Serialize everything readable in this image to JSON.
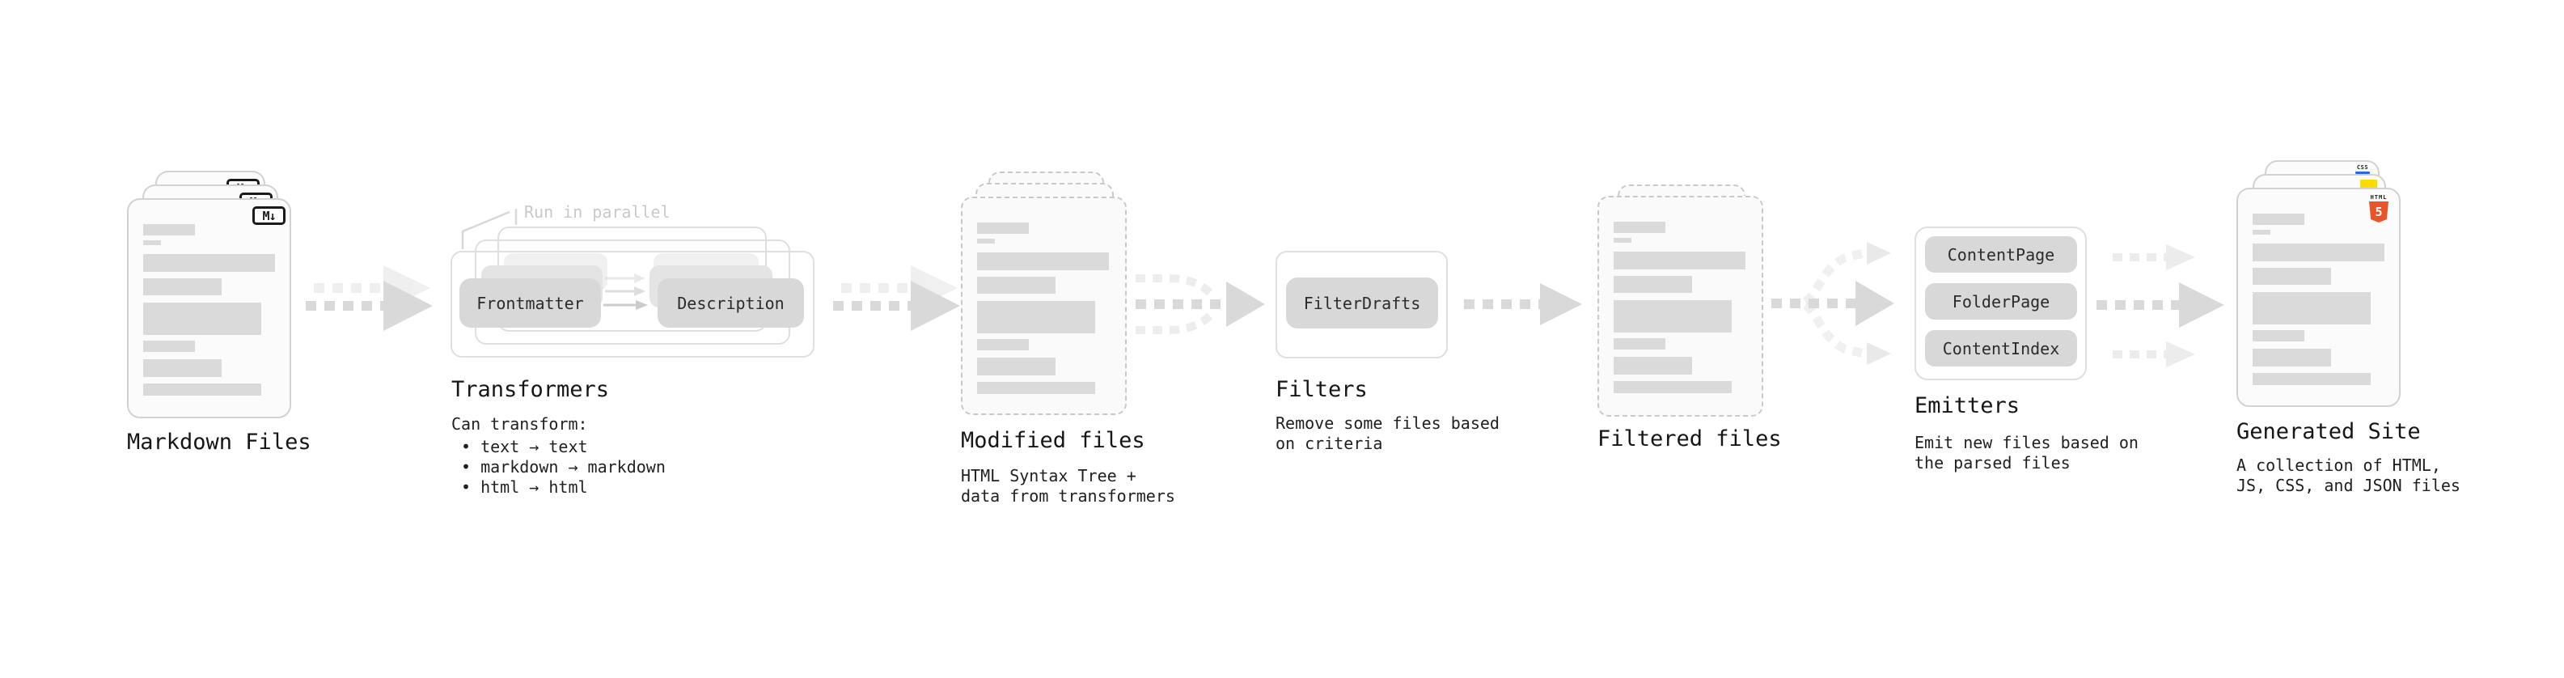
{
  "nodes": {
    "markdown_files": {
      "label": "Markdown Files",
      "badge": "M↓"
    },
    "transformers": {
      "title": "Transformers",
      "annotation": "Run in parallel",
      "pill_left": "Frontmatter",
      "pill_right": "Description",
      "caption": "Can transform:",
      "bullets": [
        "• text → text",
        "• markdown → markdown",
        "• html → html"
      ]
    },
    "modified_files": {
      "title": "Modified files",
      "caption_line1": "HTML Syntax Tree +",
      "caption_line2": "data from transformers"
    },
    "filters": {
      "title": "Filters",
      "pill": "FilterDrafts",
      "caption_line1": "Remove some files based",
      "caption_line2": "on criteria"
    },
    "filtered_files": {
      "title": "Filtered files"
    },
    "emitters": {
      "title": "Emitters",
      "pills": [
        "ContentPage",
        "FolderPage",
        "ContentIndex"
      ],
      "caption_line1": "Emit new files based on",
      "caption_line2": "the parsed files"
    },
    "generated_site": {
      "title": "Generated Site",
      "caption_line1": "A collection of HTML,",
      "caption_line2": "JS, CSS, and JSON files",
      "css_badge": "CSS",
      "html_badge_label": "HTML",
      "html_badge_number": "5"
    }
  },
  "colors": {
    "html5_orange": "#e8552b",
    "css_blue": "#2965f1",
    "js_yellow": "#ffdb00",
    "arrow_gray": "#d9d9d9",
    "pill_gray": "#d8d8d8"
  }
}
